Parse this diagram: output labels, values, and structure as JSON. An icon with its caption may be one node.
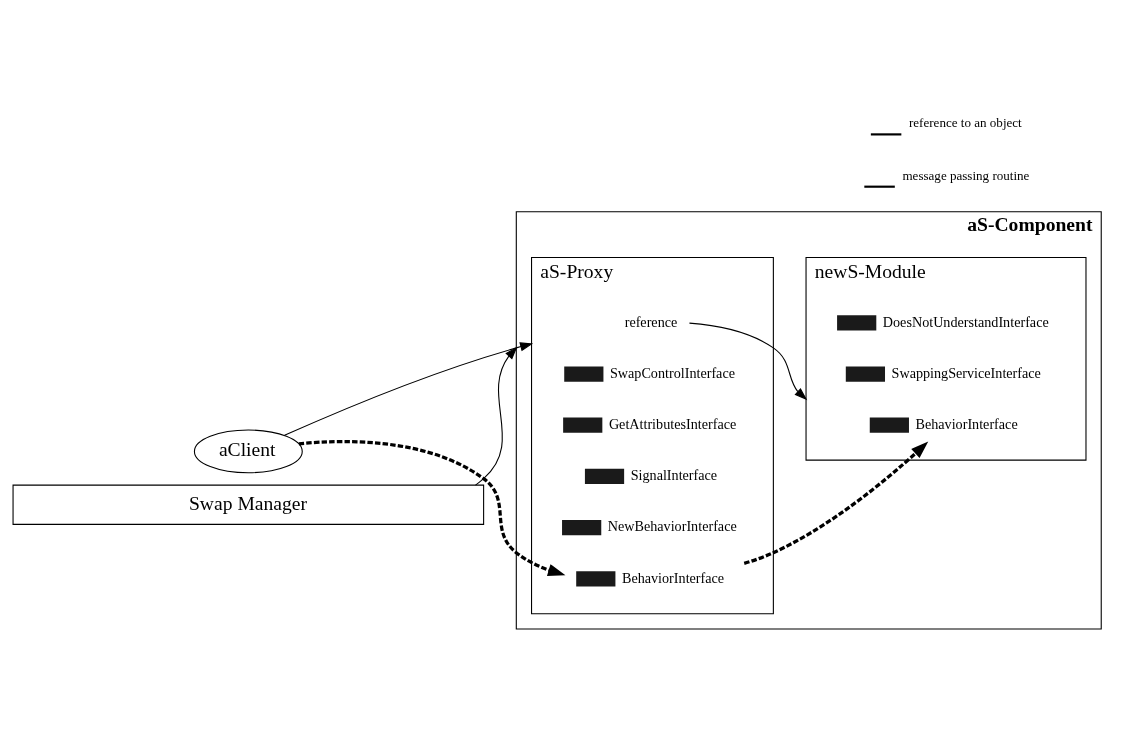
{
  "diagram": {
    "nodes": [
      {
        "text": [
          "aS-Component"
        ]
      },
      {
        "text": [
          "aS-Proxy"
        ],
        "in": 0
      },
      {
        "text": [
          "reference"
        ],
        "in": 1
      },
      {
        "text": [
          "BehaviorInterface"
        ],
        "in": 1
      },
      {
        "text": [
          "NewBehaviorInterface"
        ],
        "in": 1
      },
      {
        "text": [
          "SignalInterface"
        ],
        "in": 1
      },
      {
        "text": [
          "GetAttributesInterface"
        ],
        "in": 1
      },
      {
        "text": [
          "SwapControlInterface"
        ],
        "in": 1
      },
      {
        "text": [
          "newS-Module"
        ],
        "in": 0
      },
      {
        "text": [
          "BehaviorInterface"
        ],
        "in": 8
      },
      {
        "text": [
          "SwappingServiceInterface"
        ],
        "in": 8
      },
      {
        "text": [
          "DoesNotUnderstandInterface"
        ],
        "in": 8
      },
      {
        "text": [
          "aClient"
        ]
      },
      {
        "text": [
          "Swap Manager"
        ]
      }
    ],
    "edges": [
      {
        "from": 12,
        "to": 1,
        "arrow": "to"
      },
      {
        "from": 12,
        "to": 3,
        "arrow": "to",
        "style": "dashed"
      },
      {
        "from": 3,
        "to": 9,
        "arrow": "to",
        "style": "dashed"
      },
      {
        "from": 2,
        "to": 8,
        "arrow": "to"
      },
      {
        "from": 13,
        "to": 0,
        "arrow": "to"
      }
    ],
    "legend": [
      {
        "text": "reference to an object"
      },
      {
        "text": "message passing routine"
      }
    ]
  }
}
